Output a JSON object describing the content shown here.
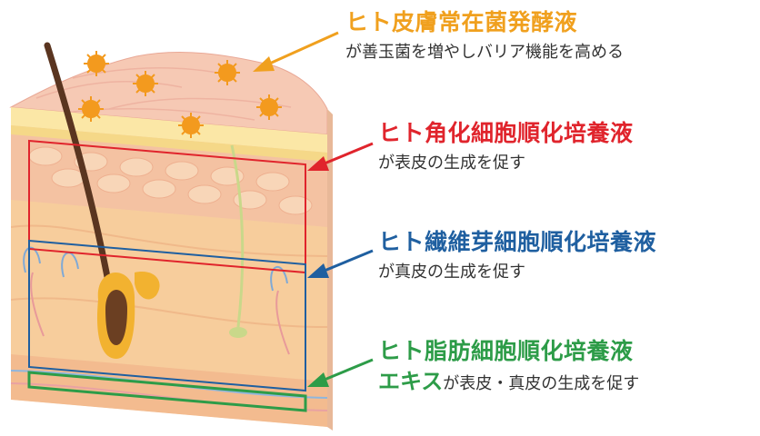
{
  "colors": {
    "orange": "#f0a01e",
    "red": "#e0242c",
    "blue": "#1f5fa0",
    "green": "#2d9c48",
    "desc": "#333333"
  },
  "annotations": [
    {
      "title": "ヒト皮膚常在菌発酵液",
      "desc": "が善玉菌を増やしバリア機能を高める",
      "color_key": "orange"
    },
    {
      "title": "ヒト角化細胞順化培養液",
      "desc": "が表皮の生成を促す",
      "color_key": "red"
    },
    {
      "title": "ヒト繊維芽細胞順化培養液",
      "desc": "が真皮の生成を促す",
      "color_key": "blue"
    },
    {
      "title": "ヒト脂肪細胞順化培養液",
      "desc_emphasis": "エキス",
      "desc": "が表皮・真皮の生成を促す",
      "color_key": "green"
    }
  ]
}
